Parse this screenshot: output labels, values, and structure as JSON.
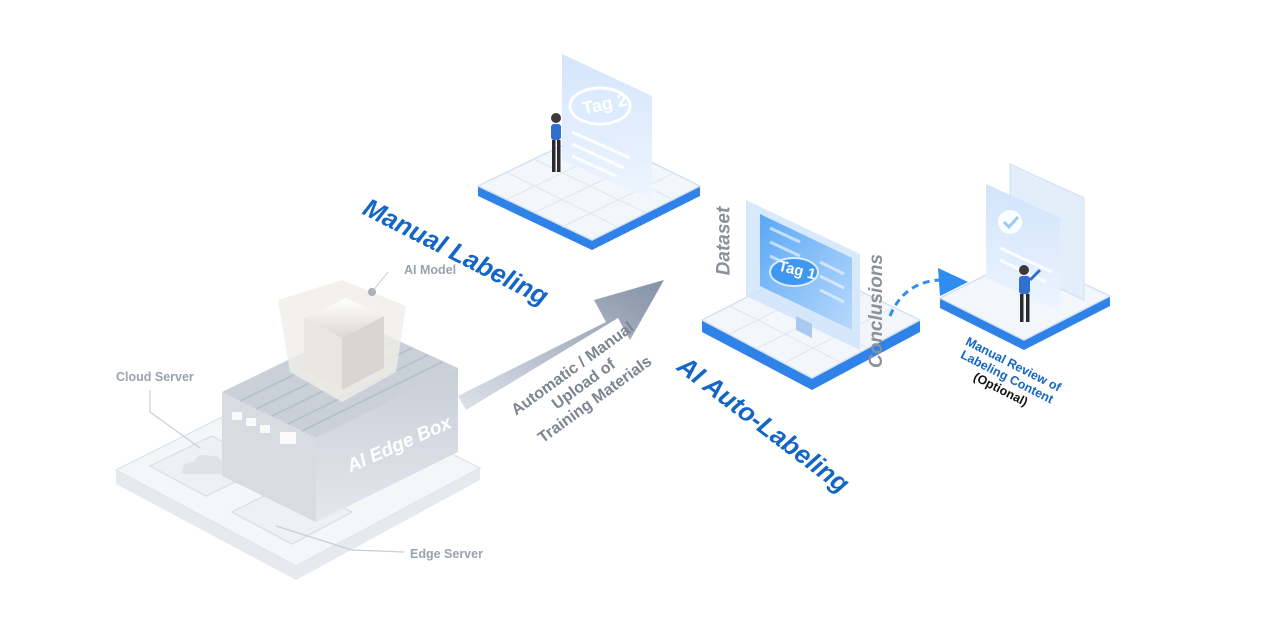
{
  "labels": {
    "manual_labeling": "Manual Labeling",
    "tag2": "Tag 2",
    "ai_model": "AI Model",
    "cloud_server": "Cloud Server",
    "ai_edge_box": "AI Edge Box",
    "edge_server": "Edge Server",
    "upload_line1": "Automatic / Manual",
    "upload_line2": "Upload of",
    "upload_line3": "Training Materials",
    "ai_auto_labeling": "AI Auto-Labeling",
    "dataset": "Dataset",
    "conclusions": "Conclusions",
    "tag1": "Tag 1",
    "review_line1": "Manual Review of",
    "review_line2": "Labeling Content",
    "review_optional": "(Optional)"
  },
  "colors": {
    "brand_blue": "#1466c4",
    "accent_blue": "#2f8cf0",
    "gray_text": "#8a9199"
  }
}
